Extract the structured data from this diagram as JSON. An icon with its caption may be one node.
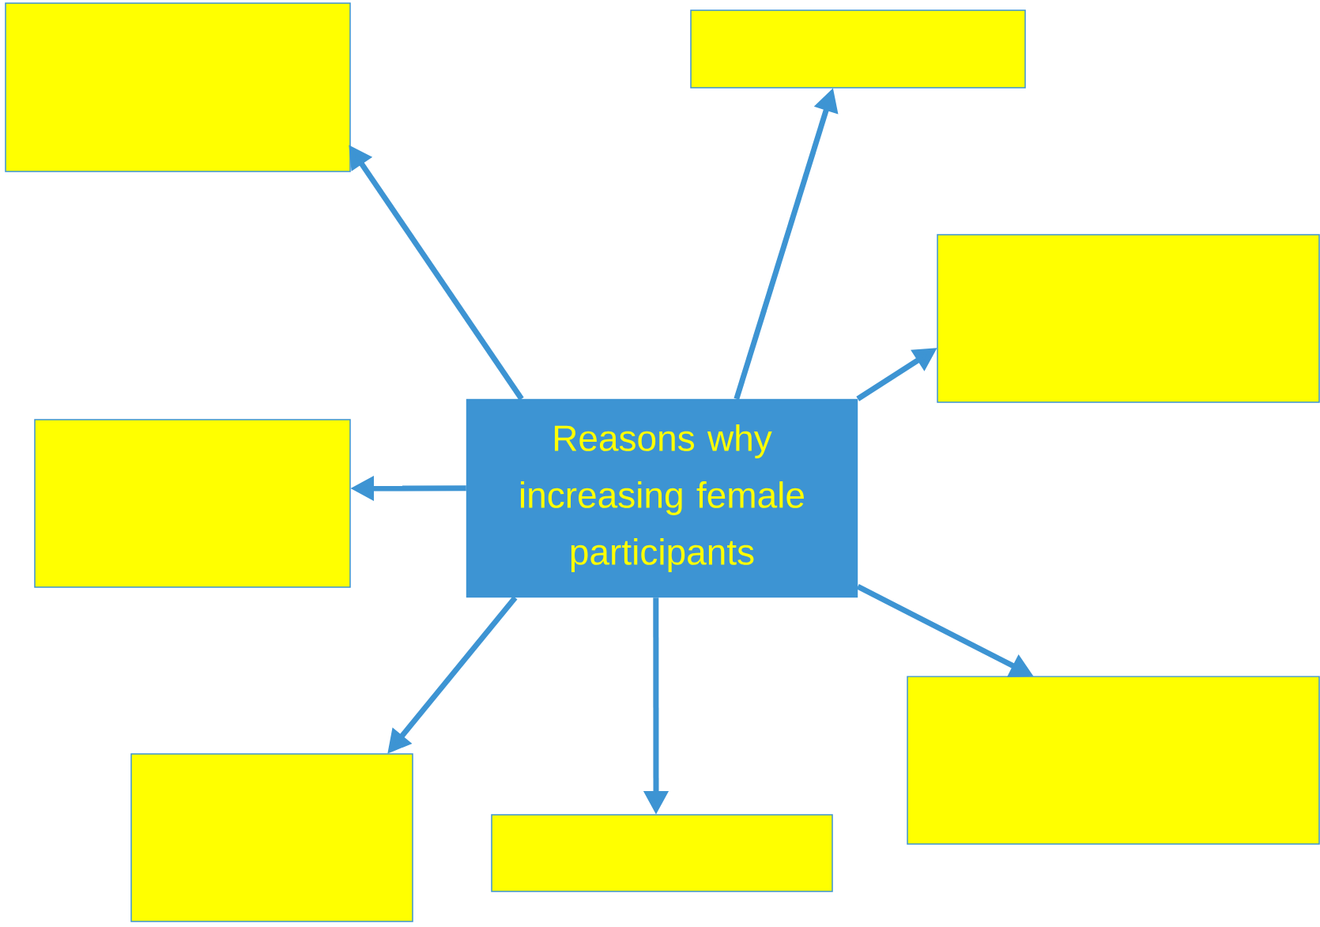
{
  "diagram": {
    "nodes": [
      {
        "text": [
          "Reasons why increasing female participants"
        ]
      },
      {
        "text": [],
        "shape": "box"
      },
      {
        "text": [],
        "shape": "box"
      },
      {
        "text": [],
        "shape": "box"
      },
      {
        "text": [],
        "shape": "box"
      },
      {
        "text": [],
        "shape": "box"
      },
      {
        "text": [],
        "shape": "box"
      },
      {
        "text": [],
        "shape": "box"
      }
    ],
    "edges": [
      {
        "from": 0,
        "to": 1,
        "arrow": "to"
      },
      {
        "from": 0,
        "to": 2,
        "arrow": "to"
      },
      {
        "from": 0,
        "to": 3,
        "arrow": "to"
      },
      {
        "from": 0,
        "to": 4,
        "arrow": "to"
      },
      {
        "from": 0,
        "to": 5,
        "arrow": "to"
      },
      {
        "from": 0,
        "to": 6,
        "arrow": "to"
      },
      {
        "from": 0,
        "to": 7,
        "arrow": "to"
      }
    ]
  }
}
